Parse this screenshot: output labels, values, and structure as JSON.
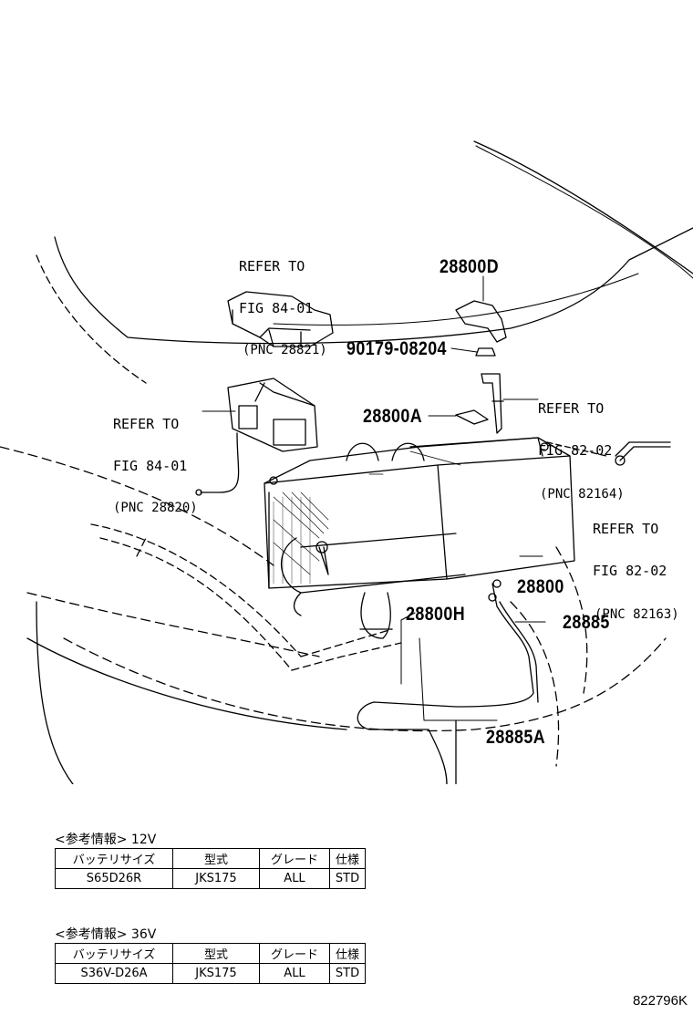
{
  "diagram": {
    "part_labels": {
      "p28800D": "28800D",
      "p90179": "90179-08204",
      "p28800A": "28800A",
      "p28800": "28800",
      "p28800H": "28800H",
      "p28885": "28885",
      "p28885A": "28885A"
    },
    "refer_relay_top": [
      "REFER TO",
      "FIG 84-01",
      "(PNC 28821)"
    ],
    "refer_relay_mid": [
      "REFER TO",
      "FIG 84-01",
      "(PNC 28820)"
    ],
    "refer_fig82_top": [
      "REFER TO",
      "FIG 82-02",
      "(PNC 82164)"
    ],
    "refer_fig82_bot": [
      "REFER TO",
      "FIG 82-02",
      "(PNC 82163)"
    ]
  },
  "spec_tables": [
    {
      "title": "<参考情報> 12V",
      "headers": [
        "バッテリサイズ",
        "型式",
        "グレード",
        "仕様"
      ],
      "row": [
        "S65D26R",
        "JKS175",
        "ALL",
        "STD"
      ]
    },
    {
      "title": "<参考情報> 36V",
      "headers": [
        "バッテリサイズ",
        "型式",
        "グレード",
        "仕様"
      ],
      "row": [
        "S36V-D26A",
        "JKS175",
        "ALL",
        "STD"
      ]
    }
  ],
  "illustration_code": "822796K"
}
